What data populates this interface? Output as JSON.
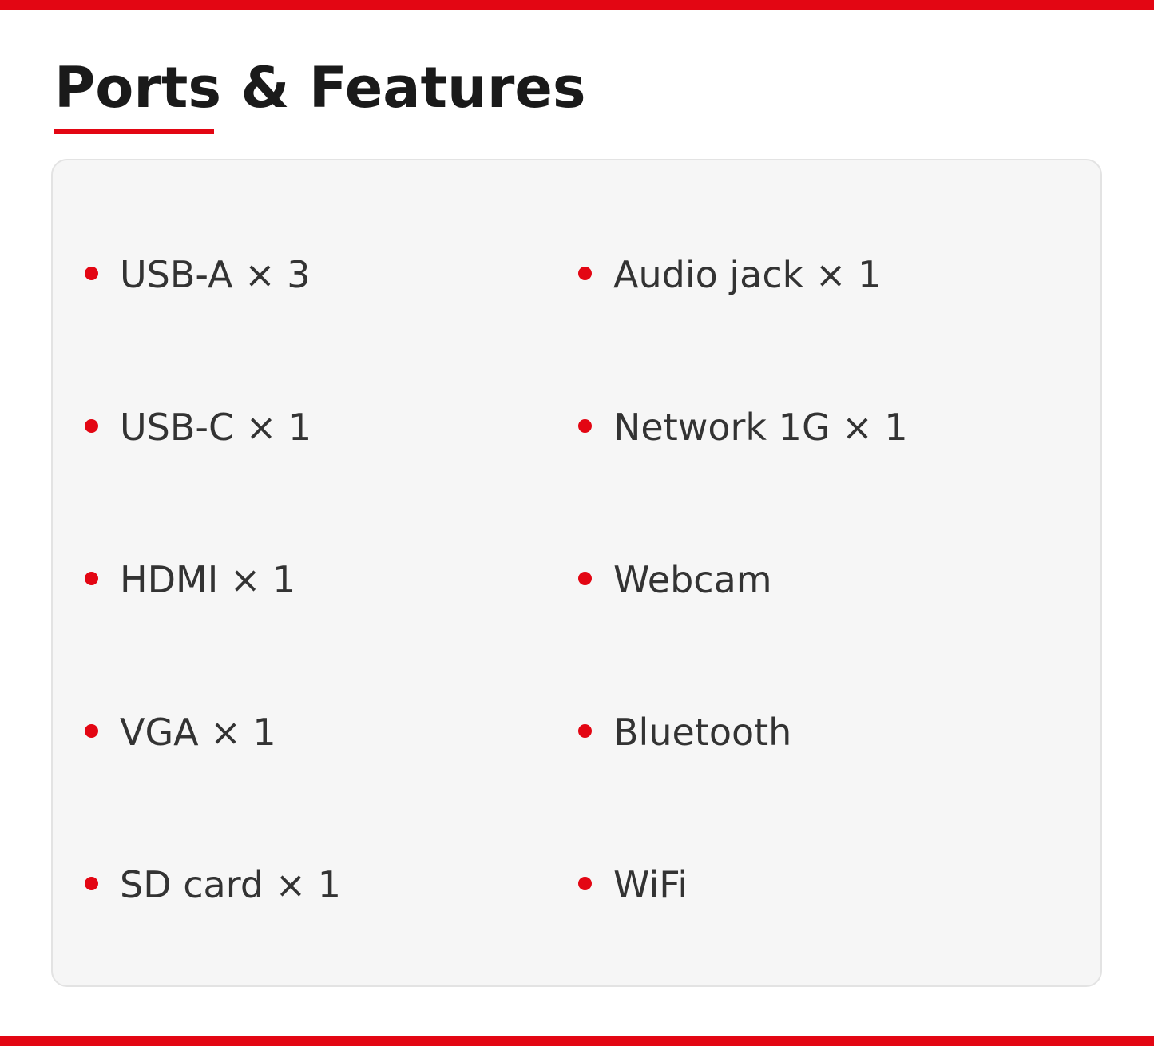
{
  "title": "Ports & Features",
  "colors": {
    "accent": "#e30613",
    "panel_background": "#f6f6f6",
    "text": "#333333",
    "title_text": "#1a1a1a"
  },
  "features": {
    "left": [
      "USB-A × 3",
      "USB-C × 1",
      "HDMI × 1",
      "VGA × 1",
      "SD card × 1"
    ],
    "right": [
      "Audio jack × 1",
      "Network 1G × 1",
      "Webcam",
      "Bluetooth",
      "WiFi"
    ]
  }
}
